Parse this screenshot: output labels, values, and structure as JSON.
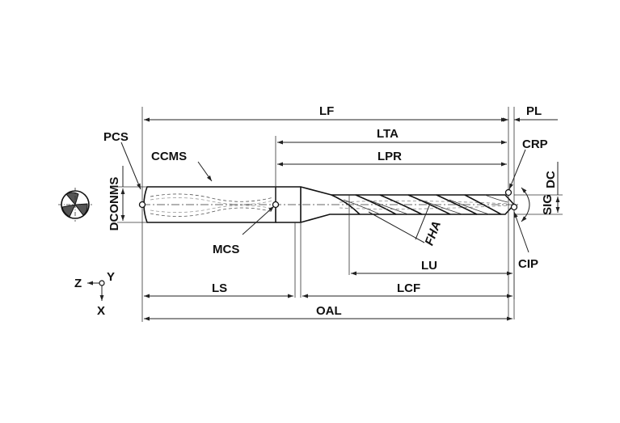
{
  "labels": {
    "lf": "LF",
    "pl": "PL",
    "lta": "LTA",
    "lpr": "LPR",
    "pcs": "PCS",
    "ccms": "CCMS",
    "crp": "CRP",
    "dc": "DC",
    "dconms": "DCONMS",
    "sig": "SIG",
    "fha": "FHA",
    "mcs": "MCS",
    "lu": "LU",
    "cip": "CIP",
    "ls": "LS",
    "lcf": "LCF",
    "oal": "OAL",
    "axis_z": "Z",
    "axis_y": "Y",
    "axis_x": "X"
  },
  "icons": [
    "drill-end-view-icon",
    "coordinate-axes-icon"
  ]
}
